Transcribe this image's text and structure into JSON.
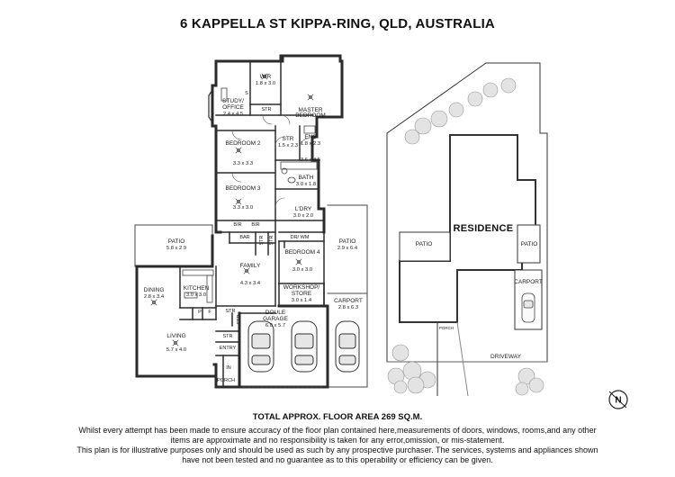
{
  "title": "6 KAPPELLA ST KIPPA-RING, QLD, AUSTRALIA",
  "floor_plan": {
    "rooms": {
      "wir": {
        "name": "WIR",
        "dims": "1.8 x 3.0"
      },
      "master": {
        "name": "MASTER\nBEDROOM",
        "dims": "3.6 x 4.5"
      },
      "study": {
        "name": "STUDY/\nOFFICE",
        "dims": "2.4 x 4.5"
      },
      "bed2": {
        "name": "BEDROOM 2",
        "dims": "3.3 x 3.3"
      },
      "str_hall": {
        "name": "STR",
        "dims": "1.5 x 2.3"
      },
      "ens": {
        "name": "ENS",
        "dims": "1.8 x 2.3"
      },
      "bath": {
        "name": "BATH",
        "dims": "3.0 x 1.8"
      },
      "bed3": {
        "name": "BEDROOM 3",
        "dims": "3.3 x 3.0"
      },
      "ldry": {
        "name": "L'DRY",
        "dims": "3.0 x 2.0"
      },
      "patio_left": {
        "name": "PATIO",
        "dims": "5.8 x 2.9"
      },
      "patio_right": {
        "name": "PATIO",
        "dims": "2.9 x 6.4"
      },
      "family": {
        "name": "FAMILY",
        "dims": "4.3 x 3.4"
      },
      "bed4": {
        "name": "BEDROOM 4",
        "dims": "3.0 x 3.0"
      },
      "kitchen": {
        "name": "KITCHEN",
        "dims": "3.0 x 3.0"
      },
      "dining": {
        "name": "DINING",
        "dims": "2.8 x 3.4"
      },
      "workshop": {
        "name": "WORKSHOP/\nSTORE",
        "dims": "3.0 x 1.4"
      },
      "carport": {
        "name": "CARPORT",
        "dims": "2.8 x 6.3"
      },
      "garage": {
        "name": "DOULE\nGARAGE",
        "dims": "6.0 x 5.7"
      },
      "living": {
        "name": "LIVING",
        "dims": "5.7 x 4.0"
      }
    },
    "small_labels": {
      "s": "S",
      "str_study": "STR",
      "bir1": "BIR",
      "bir2": "BIR",
      "bar": "BAR",
      "str_bar": "STR",
      "str_v": "STR",
      "drwm": "DR/ WM",
      "str_kit": "STR",
      "str_gar": "STR",
      "p": "P",
      "f": "F",
      "entry": "ENTRY",
      "str_entry": "STR",
      "in": "IN",
      "porch": "PORCH"
    }
  },
  "site_plan": {
    "residence": "RESIDENCE",
    "patio_left": "PATIO",
    "patio_right": "PATIO",
    "carport": "CARPORT",
    "porch": "PORCH",
    "driveway": "DRIVEWAY",
    "north": "N"
  },
  "total_area": "TOTAL APPROX. FLOOR AREA 269 SQ.M.",
  "disclaimer": [
    "Whilst every attempt has been made to ensure accuracy of the floor plan contained here,measurements of doors, windows, rooms,and any other",
    "items are approximate  and no responsibility is taken for any error,omission, or mis-statement.",
    "This plan is for illustrative purposes only and should be used as such by any prospective purchaser. The services, systems and appliances shown",
    "have not been tested and no guarantee as to this operability or efficiency can be given."
  ],
  "colors": {
    "wall": "#2b2b2b",
    "line": "#555555",
    "tree": "#bdbdbd"
  }
}
